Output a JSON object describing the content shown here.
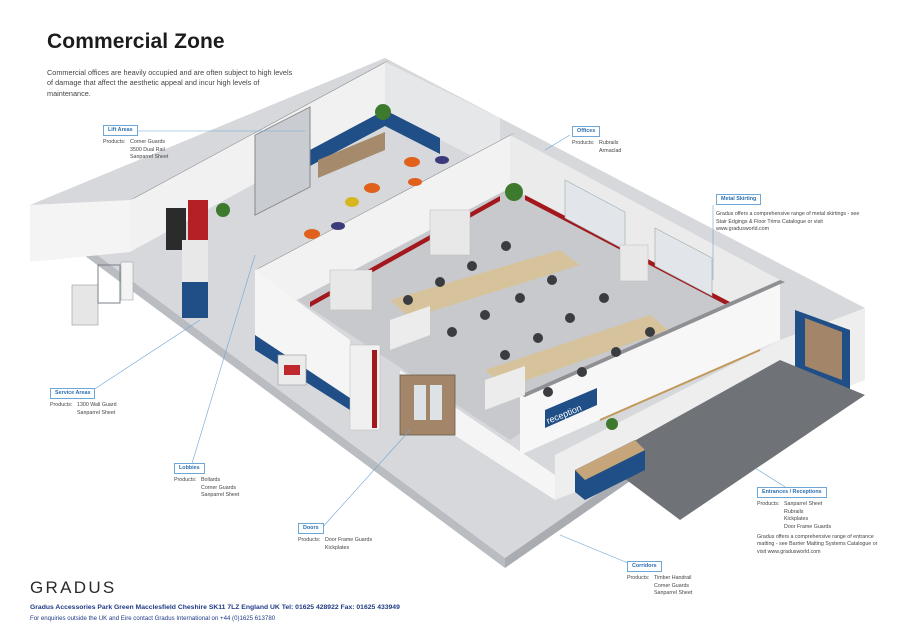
{
  "title": "Commercial Zone",
  "intro": "Commercial offices are heavily occupied and are often subject to high levels of damage that affect the aesthetic appeal and incur high levels of maintenance.",
  "products_label": "Products:",
  "reception_sign": "reception",
  "callouts": {
    "lift_areas": {
      "label": "Lift Areas",
      "items": [
        "Corner Guards",
        "3500 Dual Rail",
        "Sanparrel Sheet"
      ]
    },
    "offices": {
      "label": "Offices",
      "items": [
        "Rubrails",
        "Armaclad"
      ]
    },
    "metal_skirting": {
      "label": "Metal Skirting",
      "note": "Gradus offers a comprehensive range of metal skirtings - see Stair Edgings & Floor Trims Catalogue or visit www.gradusworld.com"
    },
    "service_areas": {
      "label": "Service Areas",
      "items": [
        "1300 Wall Guard",
        "Sanparrel Sheet"
      ]
    },
    "lobbies": {
      "label": "Lobbies",
      "items": [
        "Bollards",
        "Corner Guards",
        "Sanparrel Sheet"
      ]
    },
    "doors": {
      "label": "Doors",
      "items": [
        "Door Frame Guards",
        "Kickplates"
      ]
    },
    "corridors": {
      "label": "Corridors",
      "items": [
        "Timber Handrail",
        "Corner Guards",
        "Sanparrel Sheet"
      ]
    },
    "entrances": {
      "label": "Entrances / Receptions",
      "items": [
        "Sanparrel Sheet",
        "Rubrails",
        "Kickplates",
        "Door Frame Guards"
      ],
      "note": "Gradus offers a comprehensive range of entrance matting - see Barrier Matting Systems Catalogue or visit www.gradusworld.com"
    }
  },
  "footer": {
    "logo": "GRADUS",
    "address": "Gradus Accessories  Park Green  Macclesfield  Cheshire  SK11 7LZ  England  UK  Tel: 01625 428922  Fax: 01625 433949",
    "enquiries": "For enquiries outside the UK and Eire contact Gradus International on +44 (0)1625 613780"
  },
  "colors": {
    "wall_blue": "#1f4f86",
    "rail_red": "#a3181c",
    "callout_blue": "#2c6fb1",
    "footer_blue": "#1e3b86"
  }
}
